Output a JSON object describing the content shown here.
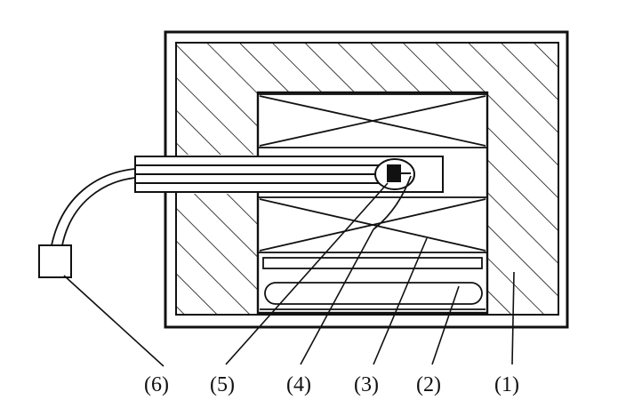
{
  "labels": {
    "l1": "(1)",
    "l2": "(2)",
    "l3": "(3)",
    "l4": "(4)",
    "l5": "(5)",
    "l6": "(6)"
  },
  "colors": {
    "ink": "#111111",
    "background": "#ffffff"
  }
}
